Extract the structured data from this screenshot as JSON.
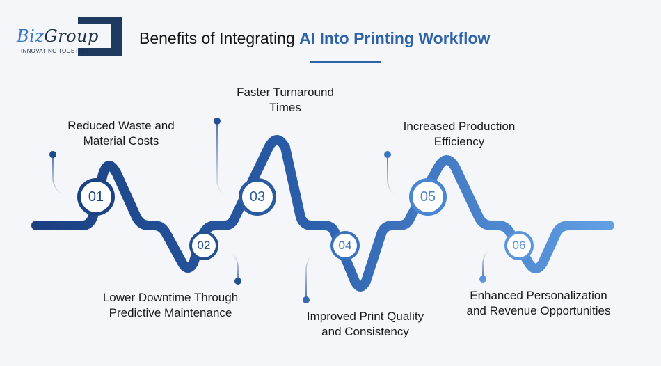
{
  "logo": {
    "brand_part1": "Biz",
    "brand_part2": "Group",
    "tagline": "INNOVATING TOGETHER"
  },
  "header": {
    "title_plain": "Benefits of Integrating ",
    "title_accent": "AI Into Printing Workflow"
  },
  "colors": {
    "accent": "#2f63a8",
    "dark_navy": "#1e4384",
    "light_blue": "#5a95dc",
    "background": "#f4f6f9"
  },
  "steps": [
    {
      "number": "01",
      "line1": "Reduced Waste and",
      "line2": "Material Costs"
    },
    {
      "number": "02",
      "line1": "Lower Downtime Through",
      "line2": "Predictive Maintenance"
    },
    {
      "number": "03",
      "line1": "Faster Turnaround",
      "line2": "Times"
    },
    {
      "number": "04",
      "line1": "Improved Print Quality",
      "line2": "and Consistency"
    },
    {
      "number": "05",
      "line1": "Increased Production",
      "line2": "Efficiency"
    },
    {
      "number": "06",
      "line1": "Enhanced Personalization",
      "line2": "and Revenue Opportunities"
    }
  ]
}
